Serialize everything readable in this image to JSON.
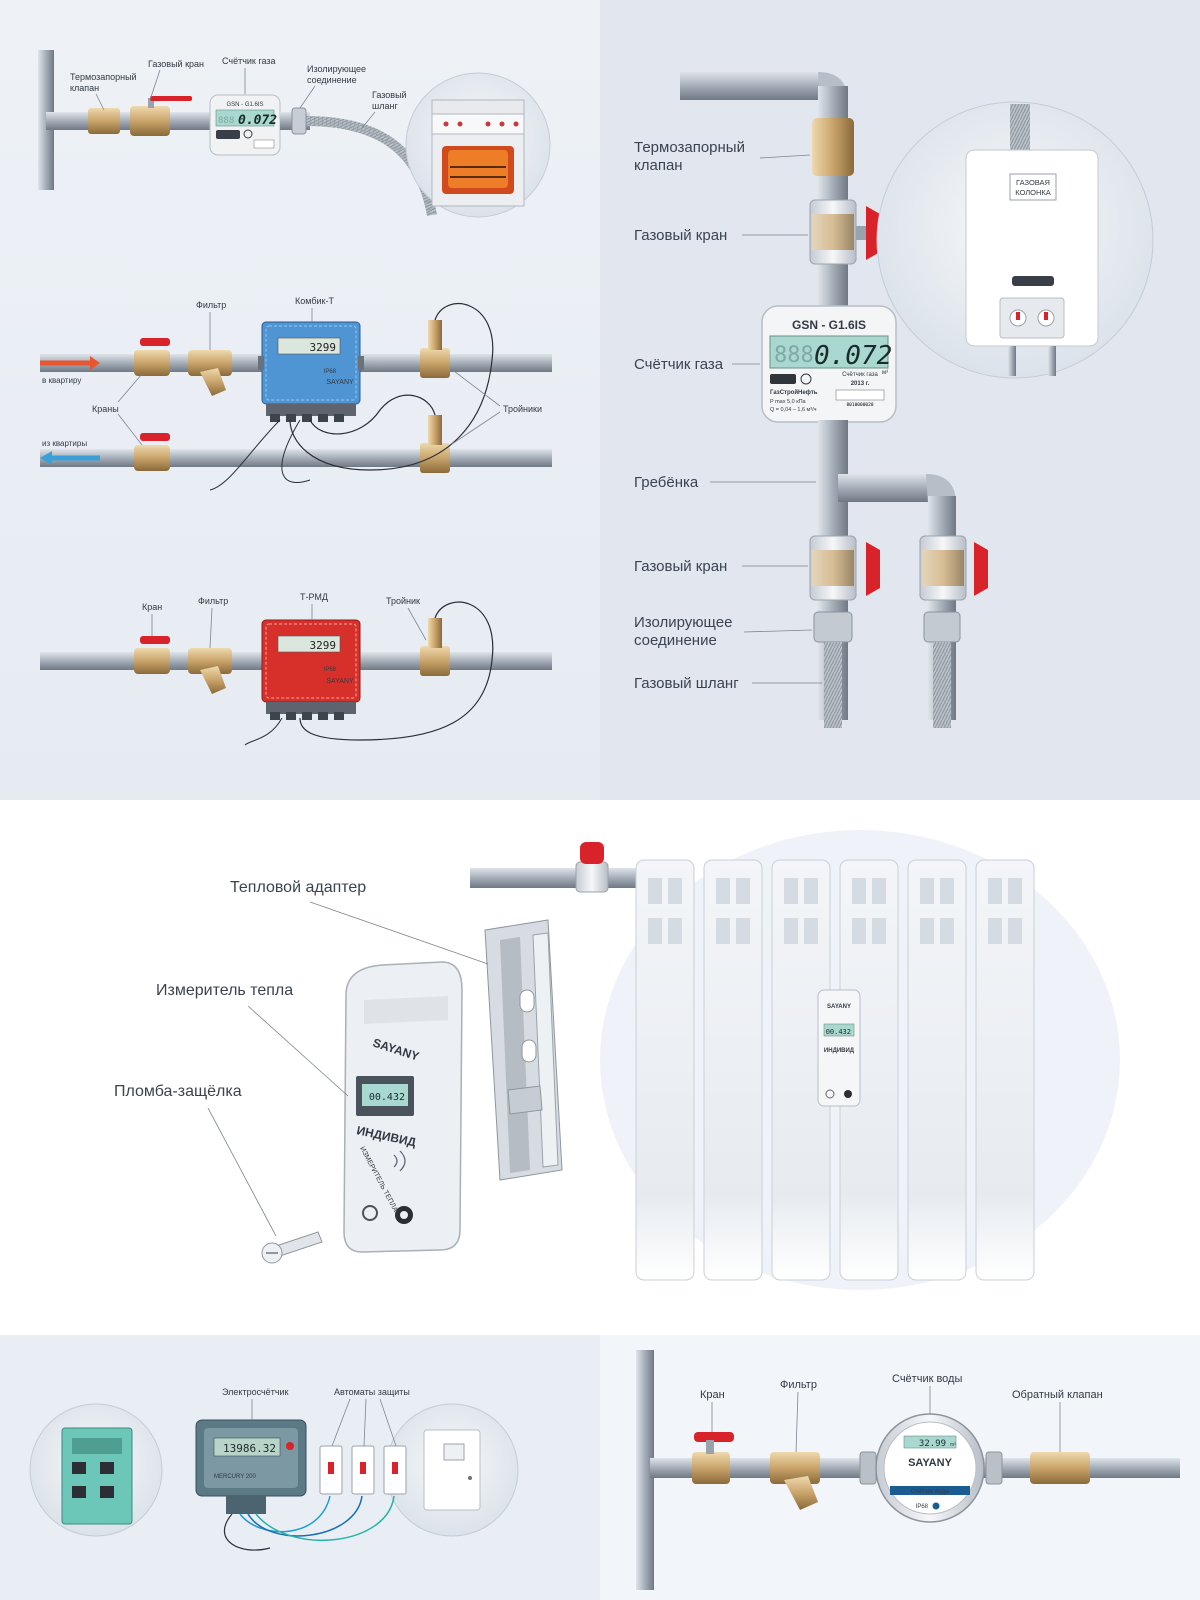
{
  "panel1": {
    "labels": {
      "thermo": [
        "Термозапорный",
        "клапан"
      ],
      "gas_tap": "Газовый кран",
      "meter": "Счётчик газа",
      "insulating": [
        "Изолирующее",
        "соединение"
      ],
      "hose": [
        "Газовый",
        "шланг"
      ]
    },
    "meter": {
      "model": "GSN - G1.6IS",
      "reading_dim": "888",
      "reading": "0.072"
    }
  },
  "panel2": {
    "labels": {
      "filter": "Фильтр",
      "device": "Комбик-Т",
      "into": "в квартиру",
      "taps": "Краны",
      "out_of": "из квартиры",
      "tees": "Тройники"
    },
    "reading": "3299",
    "brand": "SAYANY",
    "ip": "IP68"
  },
  "panel3": {
    "labels": {
      "tap": "Кран",
      "filter": "Фильтр",
      "device": "Т-РМД",
      "tee": "Тройник"
    },
    "reading": "3299",
    "brand": "SAYANY",
    "ip": "IP68"
  },
  "panel4": {
    "labels": {
      "thermo": [
        "Термозапорный",
        "клапан"
      ],
      "gas_tap1": "Газовый кран",
      "meter": "Счётчик газа",
      "manifold": "Гребёнка",
      "gas_tap2": "Газовый кран",
      "insulating": [
        "Изолирующее",
        "соединение"
      ],
      "hose": "Газовый шланг"
    },
    "meter": {
      "model": "GSN - G1.6IS",
      "reading_dim": "888",
      "reading": "0.072",
      "unit": "м³",
      "maker": "ГазСтройНефть",
      "spec1": "P max 5,0 кПа",
      "spec2": "Q = 0,04 – 1,6 м³/ч",
      "title": "Счётчик газа",
      "year": "2013 г.",
      "serial": "8010000028"
    },
    "heater_label": [
      "ГАЗОВАЯ",
      "КОЛОНКА"
    ]
  },
  "panel5": {
    "labels": {
      "adapter": "Тепловой адаптер",
      "meter": "Измеритель тепла",
      "seal": "Пломба-защёлка"
    },
    "device": {
      "brand": "SAYANY",
      "name": "ИНДИВИД",
      "side": "ИЗМЕРИТЕЛЬ ТЕПЛА",
      "reading": "00.432"
    }
  },
  "panel6": {
    "labels": {
      "meter": "Электросчётчик",
      "breakers": "Автоматы защиты"
    },
    "reading": "13986.32",
    "brand": "MERCURY 200"
  },
  "panel7": {
    "labels": {
      "tap": "Кран",
      "filter": "Фильтр",
      "meter": "Счётчик воды",
      "check_valve": "Обратный клапан"
    },
    "meter": {
      "brand": "SAYANY",
      "reading": "32.99",
      "unit": "m³",
      "caption": "Счётчик воды",
      "ip": "IP68"
    }
  },
  "colors": {
    "pipe": "#aab3bd",
    "accent_red": "#d8232a",
    "brass": "#c9a46a",
    "panel_bg": "#e9eef5",
    "lcd": "#a8d8cf"
  }
}
